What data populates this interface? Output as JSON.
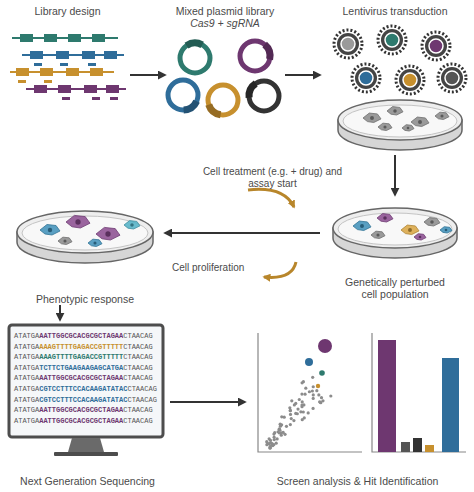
{
  "diagram": {
    "nodes": [
      {
        "text": [
          "Library design"
        ]
      },
      {
        "text": [
          "Mixed plasmid library",
          "Cas9 + sgRNA"
        ]
      },
      {
        "text": [
          "Lentivirus transduction"
        ]
      },
      {
        "text": [
          "Genetically perturbed cell population"
        ]
      },
      {
        "text": [
          "Phenotypic response"
        ]
      },
      {
        "text": [
          "Next Generation Sequencing"
        ]
      },
      {
        "text": [
          "Screen analysis & Hit Identification"
        ]
      }
    ],
    "edges": [
      {
        "from": 0,
        "to": 1,
        "arrow": "to"
      },
      {
        "from": 1,
        "to": 2,
        "arrow": "to"
      },
      {
        "from": 2,
        "to": 3,
        "arrow": "to"
      },
      {
        "from": 3,
        "to": 4,
        "arrow": "to"
      },
      {
        "from": 4,
        "to": 5,
        "arrow": "to"
      },
      {
        "from": 5,
        "to": 6,
        "arrow": "to"
      }
    ],
    "labels": [
      "Cell treatment (e.g. + drug) and assay start",
      "Cell proliferation",
      "ATATGA",
      "AATTGGCGCACGCGCTAGAA",
      "CTAACAG",
      "ATATGA",
      "AAAGTTTTGAGACCGTTTTT",
      "CTAACAG",
      "ATATGA",
      "AAAGTTTTGAGACCGTTTTT",
      "CTAACAG",
      "ATATGA",
      "TCTTCTGAAGAAGAGCATGA",
      "CTAACAG",
      "ATATGA",
      "AATTGGCGCACGCGCTAGAA",
      "CTAACAG",
      "ATATGA",
      "CGTCCTTTCCACAAGATATAC",
      "CTAACAG",
      "ATATGA",
      "CGTCCTTTCCACAAGATATAC",
      "CTAACAG",
      "ATATGA",
      "AATTGGCGCACGCGCTAGAA",
      "CTAACAG",
      "ATATGA",
      "AATTGGCGCACGCGCTAGAA",
      "CTAACAG"
    ]
  }
}
